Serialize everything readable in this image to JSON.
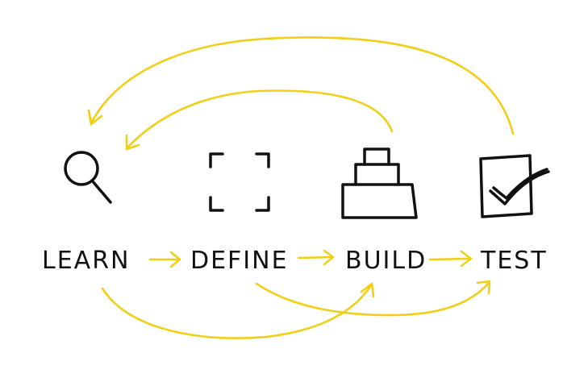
{
  "steps": [
    {
      "label": "LEARN",
      "icon": "magnifier-icon"
    },
    {
      "label": "DEFINE",
      "icon": "focus-frame-icon"
    },
    {
      "label": "BUILD",
      "icon": "stacked-blocks-icon"
    },
    {
      "label": "TEST",
      "icon": "checkbox-icon"
    }
  ],
  "colors": {
    "accent": "#F2CE15",
    "ink": "#111111",
    "background": "#FFFFFF"
  }
}
